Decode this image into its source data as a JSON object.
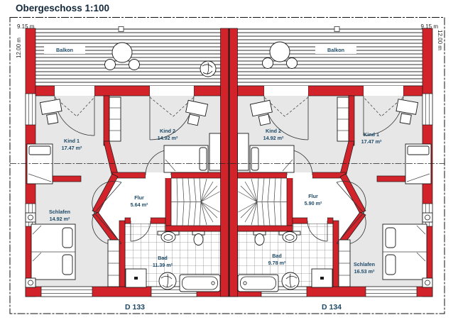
{
  "title": "Obergeschoss 1:100",
  "dimensions": {
    "top_left": "9.15 m",
    "top_right": "9.15 m",
    "side_left": "12.00 m",
    "side_right": "12.00 m"
  },
  "unit_left": {
    "id": "D 133",
    "balcony": "Balkon",
    "rooms": [
      {
        "name": "Kind 1",
        "area": "17.47 m²"
      },
      {
        "name": "Kind 2",
        "area": "14.92 m²"
      },
      {
        "name": "Flur",
        "area": "5.64 m²"
      },
      {
        "name": "Schlafen",
        "area": "14.92 m²"
      },
      {
        "name": "Bad",
        "area": "11.39 m²"
      }
    ]
  },
  "unit_right": {
    "id": "D 134",
    "balcony": "Balkon",
    "rooms": [
      {
        "name": "Kind 2",
        "area": "14.92 m²"
      },
      {
        "name": "Kind 1",
        "area": "17.47 m²"
      },
      {
        "name": "Flur",
        "area": "5.90 m²"
      },
      {
        "name": "Schlafen",
        "area": "16.53 m²"
      },
      {
        "name": "Bad",
        "area": "9.78 m²"
      }
    ]
  },
  "colors": {
    "wall_red": "#d2232a",
    "label_blue": "#1d4a68",
    "floor_gray": "#e7e7e7",
    "title_ink": "#13293b"
  }
}
